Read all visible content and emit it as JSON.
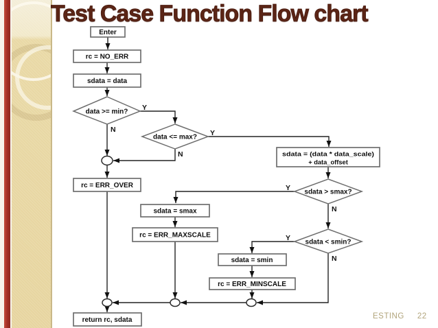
{
  "slide": {
    "title": "Test Case Function Flow chart",
    "footer": {
      "label": "ESTING",
      "page": "22"
    }
  },
  "flowchart": {
    "process_steps": {
      "enter": "Enter",
      "rc_no_err": "rc = NO_ERR",
      "sdata_data": "sdata = data",
      "scale_line1": "sdata = (data * data_scale)",
      "scale_line2": "+ data_offset",
      "rc_err_over": "rc = ERR_OVER",
      "sdata_smax": "sdata = smax",
      "rc_err_maxscale": "rc = ERR_MAXSCALE",
      "sdata_smin": "sdata = smin",
      "rc_err_minscale": "rc = ERR_MINSCALE",
      "return_step": "return rc, sdata"
    },
    "decisions": {
      "data_ge_min": "data >= min?",
      "data_le_max": "data <= max?",
      "sdata_gt_smax": "sdata > smax?",
      "sdata_lt_smin": "sdata < smin?"
    },
    "branch_labels": {
      "yes": "Y",
      "no": "N"
    }
  },
  "colors": {
    "accent_red": "#a02e24",
    "sidebar_beige": "#e9d9a6",
    "title_color": "#5b2516",
    "footer_color": "#b1a47b"
  }
}
